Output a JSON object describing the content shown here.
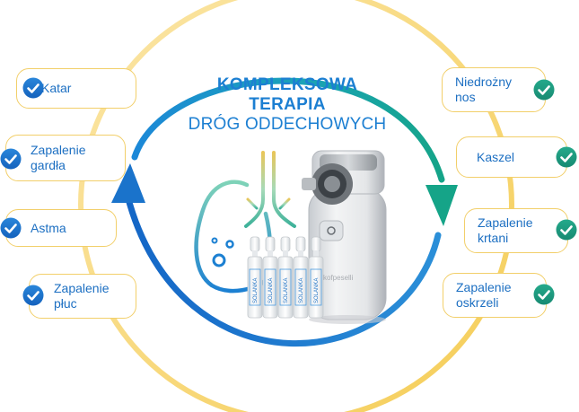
{
  "title": {
    "line1": "KOMPLEKSOWA",
    "line2": "TERAPIA",
    "line3": "DRÓG ODDECHOWYCH"
  },
  "device_brand": "kofpeselli",
  "ampoule_label": "SOLANKA",
  "left_items": [
    {
      "label": "Katar"
    },
    {
      "label": "Zapalenie\ngardła"
    },
    {
      "label": "Astma"
    },
    {
      "label": "Zapalenie\npłuc"
    }
  ],
  "right_items": [
    {
      "label": "Niedrożny\nnos"
    },
    {
      "label": "Kaszel"
    },
    {
      "label": "Zapalenie\nkrtani"
    },
    {
      "label": "Zapalenie\noskrzeli"
    }
  ],
  "colors": {
    "blue": "#1c7fd2",
    "teal": "#1aa28f",
    "yellow": "#f2cf6a",
    "check_blue": "#1c6fc2",
    "check_green": "#1f9a7e"
  },
  "icons": {
    "check": "check-badge-icon",
    "cycle": "cycle-arrows-icon",
    "lungs": "lungs-icon",
    "nebulizer": "nebulizer-icon",
    "ampoules": "ampoules-icon"
  }
}
